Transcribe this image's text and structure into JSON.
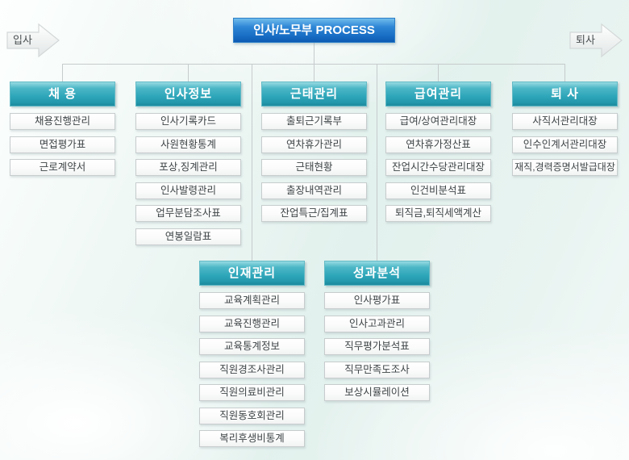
{
  "title": "인사/노무부 PROCESS",
  "flow": {
    "entry": "입사",
    "exit": "퇴사"
  },
  "colors": {
    "title_blue": "#1a70c6",
    "header_teal": "#2ea6ba",
    "box_border": "#c7cccd",
    "connector": "#c6cbcc",
    "background_tint": "#e2f1ed"
  },
  "columns": [
    {
      "header": "채 용",
      "items": [
        "채용진행관리",
        "면접평가표",
        "근로계약서"
      ]
    },
    {
      "header": "인사정보",
      "items": [
        "인사기록카드",
        "사원현황통계",
        "포상,징계관리",
        "인사발령관리",
        "업무분담조사표",
        "연봉일람표"
      ]
    },
    {
      "header": "근태관리",
      "items": [
        "출퇴근기록부",
        "연차휴가관리",
        "근태현황",
        "출장내역관리",
        "잔업특근/집계표"
      ]
    },
    {
      "header": "급여관리",
      "items": [
        "급여/상여관리대장",
        "연차휴가정산표",
        "잔업시간수당관리대장",
        "인건비분석표",
        "퇴직금,퇴직세액계산"
      ]
    },
    {
      "header": "퇴 사",
      "items": [
        "사직서관리대장",
        "인수인계서관리대장",
        "재직,경력증명서발급대장"
      ]
    }
  ],
  "sub_columns": [
    {
      "header": "인재관리",
      "items": [
        "교육계획관리",
        "교육진행관리",
        "교육통계정보",
        "직원경조사관리",
        "직원의료비관리",
        "직원동호회관리",
        "복리후생비통계"
      ]
    },
    {
      "header": "성과분석",
      "items": [
        "인사평가표",
        "인사고과관리",
        "직무평가분석표",
        "직무만족도조사",
        "보상시뮬레이션"
      ]
    }
  ]
}
